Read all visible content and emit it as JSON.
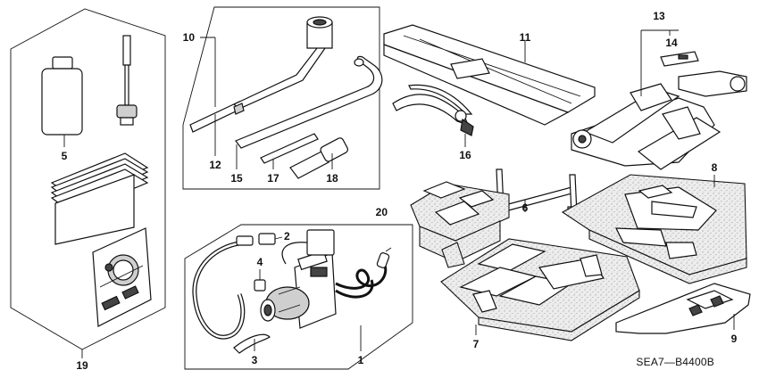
{
  "diagram": {
    "callouts": {
      "c1": "1",
      "c2": "2",
      "c3": "3",
      "c4": "4",
      "c5": "5",
      "c6": "6",
      "c7": "7",
      "c8": "8",
      "c9": "9",
      "c10": "10",
      "c11": "11",
      "c12": "12",
      "c13": "13",
      "c14": "14",
      "c15": "15",
      "c16": "16",
      "c17": "17",
      "c18": "18",
      "c19": "19",
      "c20": "20"
    },
    "drawing_code": "SEA7—B4400B"
  }
}
